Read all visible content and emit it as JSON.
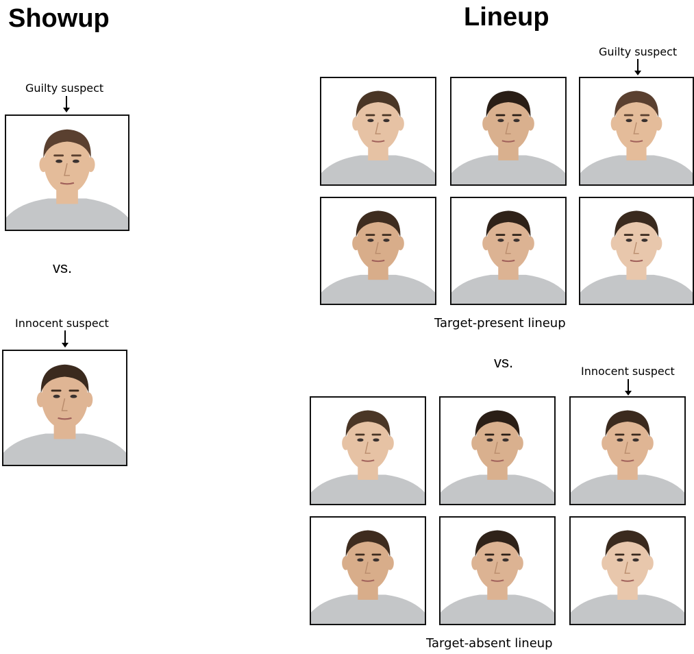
{
  "showup": {
    "heading": "Showup",
    "guilty_label": "Guilty suspect",
    "vs_label": "vs.",
    "innocent_label": "Innocent suspect"
  },
  "lineup": {
    "heading": "Lineup",
    "present": {
      "suspect_label": "Guilty suspect",
      "caption": "Target-present lineup",
      "faces": [
        {
          "hair": "#4a3626",
          "skin": "#e6c2a4"
        },
        {
          "hair": "#2a1e16",
          "skin": "#d9b08e"
        },
        {
          "hair": "#5a4030",
          "skin": "#e4bc9a"
        },
        {
          "hair": "#3e2c1f",
          "skin": "#d8ad8a"
        },
        {
          "hair": "#2f2219",
          "skin": "#dcb393"
        },
        {
          "hair": "#3a2a1e",
          "skin": "#e8c7ac"
        }
      ]
    },
    "vs_label": "vs.",
    "absent": {
      "suspect_label": "Innocent suspect",
      "caption": "Target-absent lineup",
      "faces": [
        {
          "hair": "#4a3626",
          "skin": "#e6c2a4"
        },
        {
          "hair": "#2a1e16",
          "skin": "#d9b08e"
        },
        {
          "hair": "#3b2a1e",
          "skin": "#dfb594"
        },
        {
          "hair": "#3e2c1f",
          "skin": "#d8ad8a"
        },
        {
          "hair": "#2f2219",
          "skin": "#dcb393"
        },
        {
          "hair": "#3a2a1e",
          "skin": "#e8c7ac"
        }
      ]
    }
  },
  "showup_faces": {
    "guilty": {
      "hair": "#5a4030",
      "skin": "#e4bc9a"
    },
    "innocent": {
      "hair": "#3b2a1e",
      "skin": "#dfb594"
    }
  },
  "colors": {
    "shirt": "#c4c6c8",
    "frame": "#111111",
    "background": "#ffffff"
  }
}
